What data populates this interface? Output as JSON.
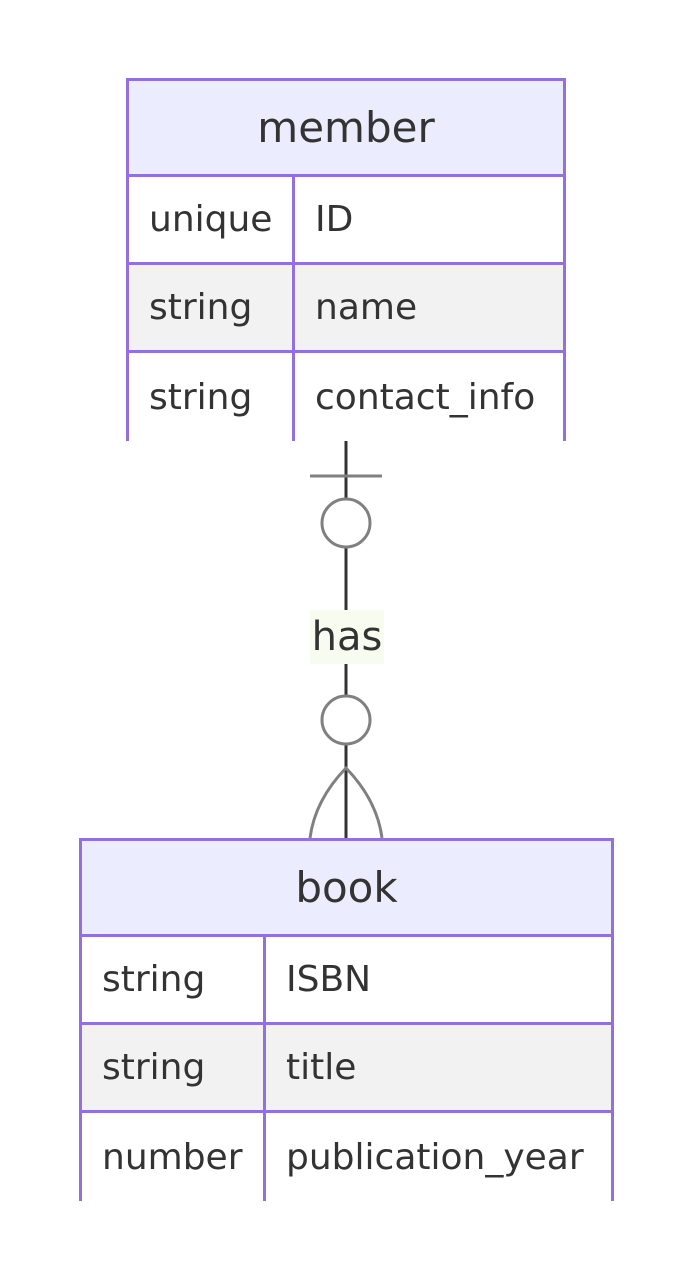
{
  "diagram": {
    "entities": [
      {
        "id": "member",
        "name": "member",
        "attributes": [
          {
            "type": "unique",
            "name": "ID"
          },
          {
            "type": "string",
            "name": "name"
          },
          {
            "type": "string",
            "name": "contact_info"
          }
        ]
      },
      {
        "id": "book",
        "name": "book",
        "attributes": [
          {
            "type": "string",
            "name": "ISBN"
          },
          {
            "type": "string",
            "name": "title"
          },
          {
            "type": "number",
            "name": "publication_year"
          }
        ]
      }
    ],
    "relationship": {
      "from": "member",
      "to": "book",
      "label": "has",
      "from_cardinality": "zero-or-one",
      "to_cardinality": "zero-or-many"
    },
    "colors": {
      "entity_border": "#9370db",
      "entity_header": "#ececff",
      "row_alt": "#f2f2f2",
      "line": "#333333",
      "marker": "#808080"
    }
  }
}
